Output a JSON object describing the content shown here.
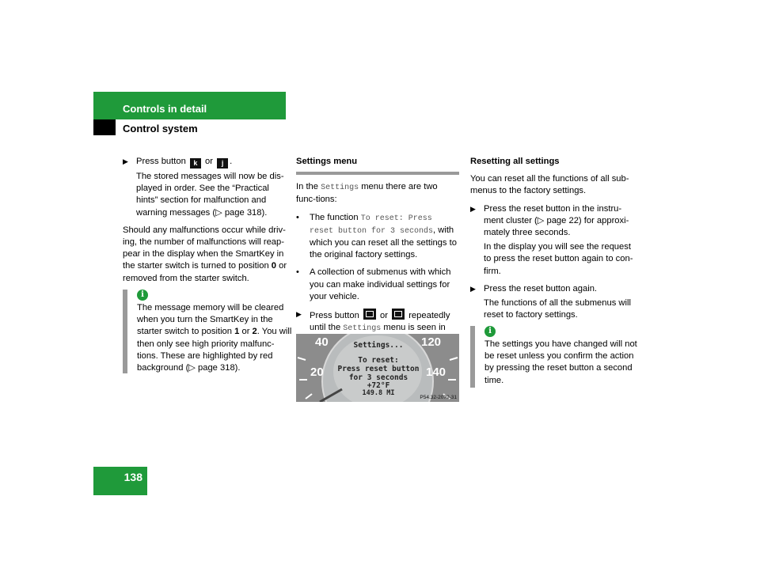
{
  "header": {
    "section": "Controls in detail",
    "subsection": "Control system"
  },
  "page_number": "138",
  "col1": {
    "bullet1": {
      "pre": "Press button",
      "key_a": "k",
      "or": "or",
      "key_b": "j",
      "post": "."
    },
    "para1": "The stored messages will now be dis-played in order. See the “Practical hints” section for malfunction and warning messages (▷ page 318).",
    "para2_pre": "Should any malfunctions occur while driv-ing, the number of malfunctions will reap-pear in the display when the SmartKey in the starter switch is turned to position ",
    "para2_pos": "0",
    "para2_post": " or removed from the starter switch.",
    "note": {
      "icon": "i",
      "pre": "The message memory will be cleared when you turn the SmartKey in the starter switch to position ",
      "pos1": "1",
      "mid": " or ",
      "pos2": "2",
      "post": ". You will then only see high priority malfunc-tions. These are highlighted by red background (▷ page 318)."
    }
  },
  "col2": {
    "heading": "Settings menu",
    "intro_pre": "In the ",
    "intro_mono": "Settings",
    "intro_post": " menu there are two func-tions:",
    "dot1_pre": "The function ",
    "dot1_mono": "To reset: Press reset button for 3 seconds",
    "dot1_post": ", with which you can reset all the settings to the original factory settings.",
    "dot2": "A collection of submenus with which you can make individual settings for your vehicle.",
    "arrow_pre": "Press button",
    "arrow_or": "or",
    "arrow_mid": "repeatedly until the ",
    "arrow_mono": "Settings",
    "arrow_post": " menu is seen in the display.",
    "display": {
      "line1": "Settings...",
      "line2": "To reset:",
      "line3": "Press reset button",
      "line4": "for 3 seconds",
      "line5": "+72°F",
      "line6": "149.8 MI",
      "gauge_left": [
        "40",
        "20"
      ],
      "gauge_right": [
        "120",
        "140"
      ],
      "ref": "P54.32-2079-31"
    }
  },
  "col3": {
    "heading": "Resetting all settings",
    "intro": "You can reset all the functions of all sub-menus to the factory settings.",
    "step1": "Press the reset button in the instru-ment cluster (▷ page 22) for approxi-mately three seconds.",
    "step1_result": "In the display you will see the request to press the reset button again to con-firm.",
    "step2": "Press the reset button again.",
    "step2_result": "The functions of all the submenus will reset to factory settings.",
    "note": {
      "icon": "i",
      "text": "The settings you have changed will not be reset unless you confirm the action by pressing the reset button a second time."
    }
  },
  "colors": {
    "green": "#1f9a3a",
    "gray": "#9a9a9a"
  }
}
